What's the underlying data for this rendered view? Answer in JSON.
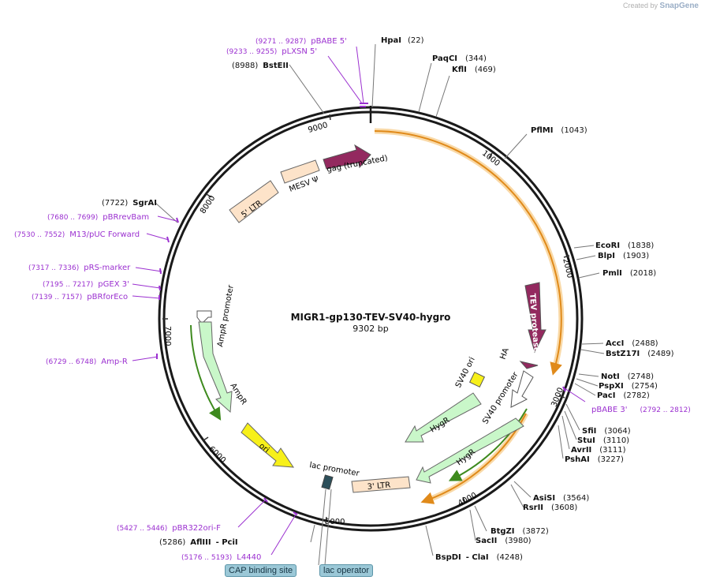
{
  "credit": {
    "text": "Created by",
    "brand": "SnapGene"
  },
  "plasmid": {
    "name": "MIGR1-gp130-TEV-SV40-hygro",
    "length": "9302 bp"
  },
  "ticks": [
    {
      "label": "1000"
    },
    {
      "label": "2000"
    },
    {
      "label": "3000"
    },
    {
      "label": "4000"
    },
    {
      "label": "5000"
    },
    {
      "label": "6000"
    },
    {
      "label": "7000"
    },
    {
      "label": "8000"
    },
    {
      "label": "9000"
    }
  ],
  "features": [
    {
      "label": "gag (truncated)"
    },
    {
      "label": "MESV Ψ"
    },
    {
      "label": "5' LTR"
    },
    {
      "label": "TEV protease"
    },
    {
      "label": "HA"
    },
    {
      "label": "SV40 ori"
    },
    {
      "label": "SV40 promoter"
    },
    {
      "label": "HygR"
    },
    {
      "label": "HygR"
    },
    {
      "label": "AmpR promoter"
    },
    {
      "label": "AmpR"
    },
    {
      "label": "ori"
    },
    {
      "label": "lac promoter"
    },
    {
      "label": "3' LTR"
    }
  ],
  "sites": [
    {
      "name": "HpaI",
      "pos": "(22)"
    },
    {
      "name": "PaqCI",
      "pos": "(344)"
    },
    {
      "name": "KflI",
      "pos": "(469)"
    },
    {
      "name": "PflMI",
      "pos": "(1043)"
    },
    {
      "name": "EcoRI",
      "pos": "(1838)"
    },
    {
      "name": "BlpI",
      "pos": "(1903)"
    },
    {
      "name": "PmlI",
      "pos": "(2018)"
    },
    {
      "name": "AccI",
      "pos": "(2488)"
    },
    {
      "name": "BstZ17I",
      "pos": "(2489)"
    },
    {
      "name": "NotI",
      "pos": "(2748)"
    },
    {
      "name": "PspXI",
      "pos": "(2754)"
    },
    {
      "name": "PacI",
      "pos": "(2782)"
    },
    {
      "name": "SfiI",
      "pos": "(3064)"
    },
    {
      "name": "StuI",
      "pos": "(3110)"
    },
    {
      "name": "AvrII",
      "pos": "(3111)"
    },
    {
      "name": "PshAI",
      "pos": "(3227)"
    },
    {
      "name": "AsiSI",
      "pos": "(3564)"
    },
    {
      "name": "RsrII",
      "pos": "(3608)"
    },
    {
      "name": "BtgZI",
      "pos": "(3872)"
    },
    {
      "name": "SacII",
      "pos": "(3980)"
    },
    {
      "name": "BspDI",
      "sep": "- ClaI",
      "pos": "(4248)"
    },
    {
      "name": "AflIII",
      "sep": "- PciI",
      "pos": "(5286)"
    },
    {
      "name": "SgrAI",
      "pos": "(7722)"
    },
    {
      "name": "BstEII",
      "pos": "(8988)"
    }
  ],
  "primers": [
    {
      "name": "pBABE 5'",
      "range": "(9271 .. 9287)"
    },
    {
      "name": "pLXSN 5'",
      "range": "(9233 .. 9255)"
    },
    {
      "name": "pBRrevBam",
      "range": "(7680 .. 7699)"
    },
    {
      "name": "M13/pUC Forward",
      "range": "(7530 .. 7552)"
    },
    {
      "name": "pRS-marker",
      "range": "(7317 .. 7336)"
    },
    {
      "name": "pGEX 3'",
      "range": "(7195 .. 7217)"
    },
    {
      "name": "pBRforEco",
      "range": "(7139 .. 7157)"
    },
    {
      "name": "Amp-R",
      "range": "(6729 .. 6748)"
    },
    {
      "name": "pBR322ori-F",
      "range": "(5427 .. 5446)"
    },
    {
      "name": "L4440",
      "range": "(5176 .. 5193)"
    },
    {
      "name": "pBABE 3'",
      "range": "(2792 .. 2812)"
    }
  ],
  "badges": [
    {
      "label": "CAP binding site"
    },
    {
      "label": "lac operator"
    }
  ],
  "colors": {
    "backbone": "#1a1a1a",
    "primer": "#9b30d0",
    "gag": "#93295f",
    "ltr": "#fde3c9",
    "resistance": "#c9f7c9",
    "ori": "#f7f01a",
    "orf_highlight": "#f2b45a",
    "orf_line": "#e08a1a",
    "badge": "#9bc8d7"
  }
}
